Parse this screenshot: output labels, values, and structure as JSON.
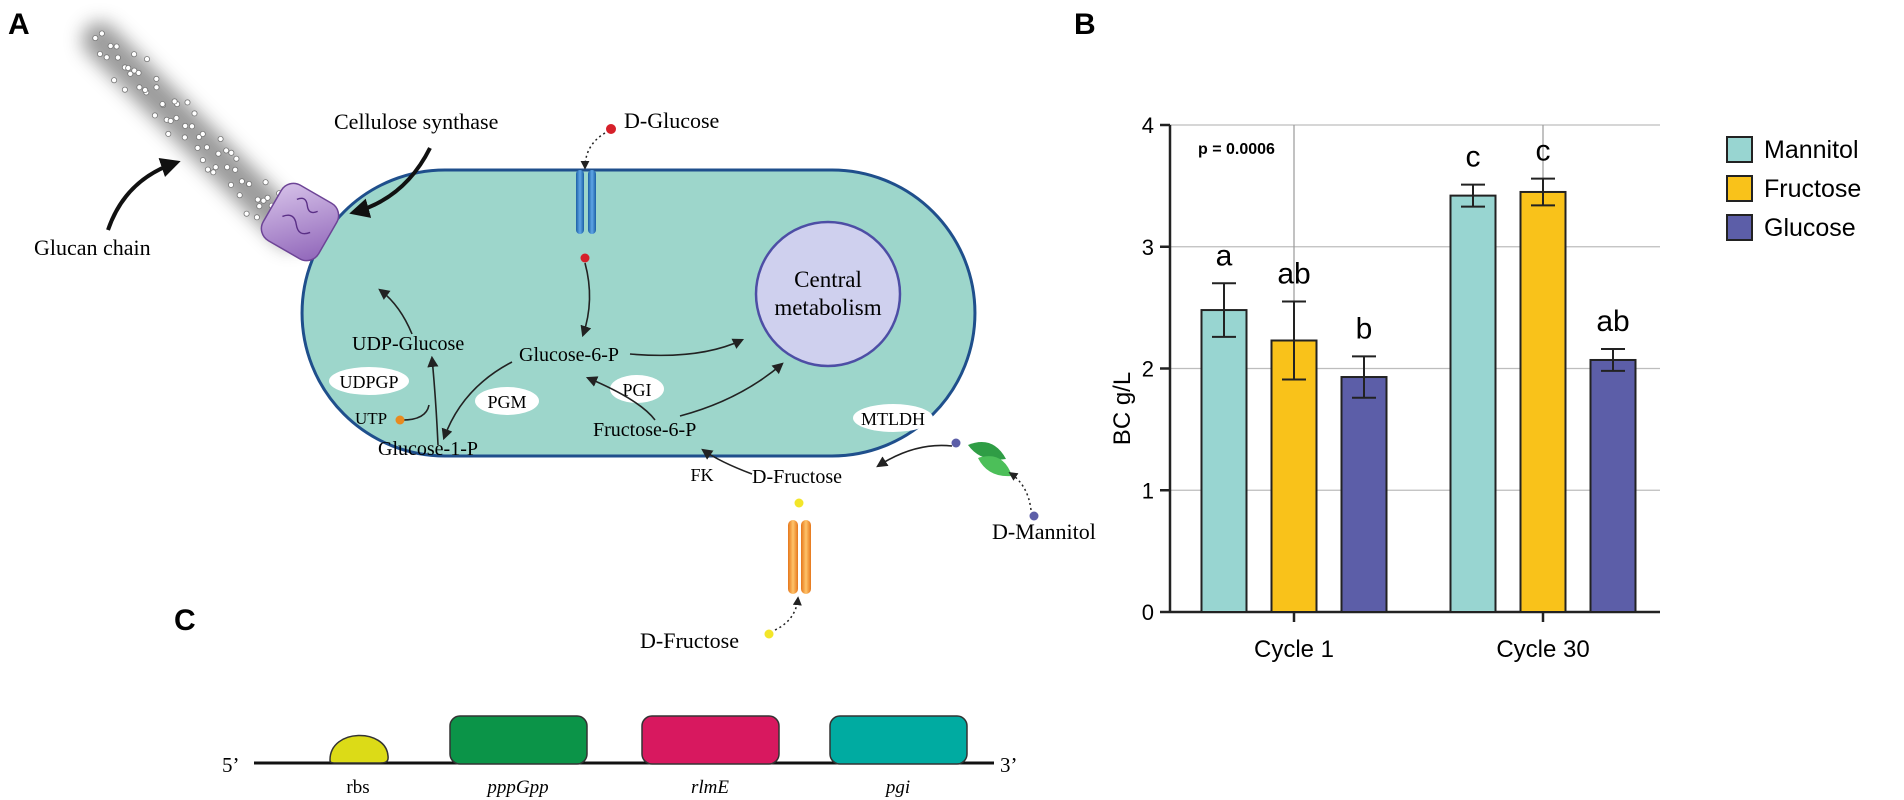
{
  "panels": {
    "a_label": "A",
    "b_label": "B",
    "c_label": "C"
  },
  "pathway": {
    "cellulose_synthase": "Cellulose synthase",
    "glucan_chain": "Glucan chain",
    "d_glucose": "D-Glucose",
    "central_metabolism_line1": "Central",
    "central_metabolism_line2": "metabolism",
    "udp_glucose": "UDP-Glucose",
    "glucose_6p": "Glucose-6-P",
    "udpgp": "UDPGP",
    "pgm": "PGM",
    "pgi_enzyme": "PGI",
    "utp": "UTP",
    "glucose_1p": "Glucose-1-P",
    "fructose_6p": "Fructose-6-P",
    "mtldh": "MTLDH",
    "fk": "FK",
    "d_fructose_inside": "D-Fructose",
    "d_mannitol": "D-Mannitol",
    "d_fructose_outside": "D-Fructose"
  },
  "colors": {
    "cell_fill": "#9dd6cb",
    "cell_stroke": "#1f4f8c",
    "central_fill": "#cfd0ee",
    "mannitol": "#98d5d1",
    "fructose": "#f9c21a",
    "glucose": "#5c5ea8",
    "rbs": "#dcdb17",
    "pppgpp": "#0b9448",
    "rlme": "#d8185f",
    "pgi_gene": "#00aba1"
  },
  "chart_data": {
    "type": "bar",
    "categories": [
      "Cycle 1",
      "Cycle 30"
    ],
    "series": [
      {
        "name": "Mannitol",
        "values": [
          2.48,
          3.42
        ],
        "errors": [
          0.22,
          0.09
        ]
      },
      {
        "name": "Fructose",
        "values": [
          2.23,
          3.45
        ],
        "errors": [
          0.32,
          0.11
        ]
      },
      {
        "name": "Glucose",
        "values": [
          1.93,
          2.07
        ],
        "errors": [
          0.17,
          0.09
        ]
      }
    ],
    "significance_letters": [
      [
        "a",
        "ab",
        "b"
      ],
      [
        "c",
        "c",
        "ab"
      ]
    ],
    "annotation": "p = 0.0006",
    "ylabel": "BC g/L",
    "xlabel": "",
    "title": "",
    "ylim": [
      0,
      4
    ],
    "yticks": [
      "0",
      "1",
      "2",
      "3",
      "4"
    ],
    "grid": true,
    "legend_position": "right"
  },
  "gene_construct": {
    "five_prime": "5’",
    "three_prime": "3’",
    "rbs": "rbs",
    "genes": [
      "pppGpp",
      "rlmE",
      "pgi"
    ]
  }
}
